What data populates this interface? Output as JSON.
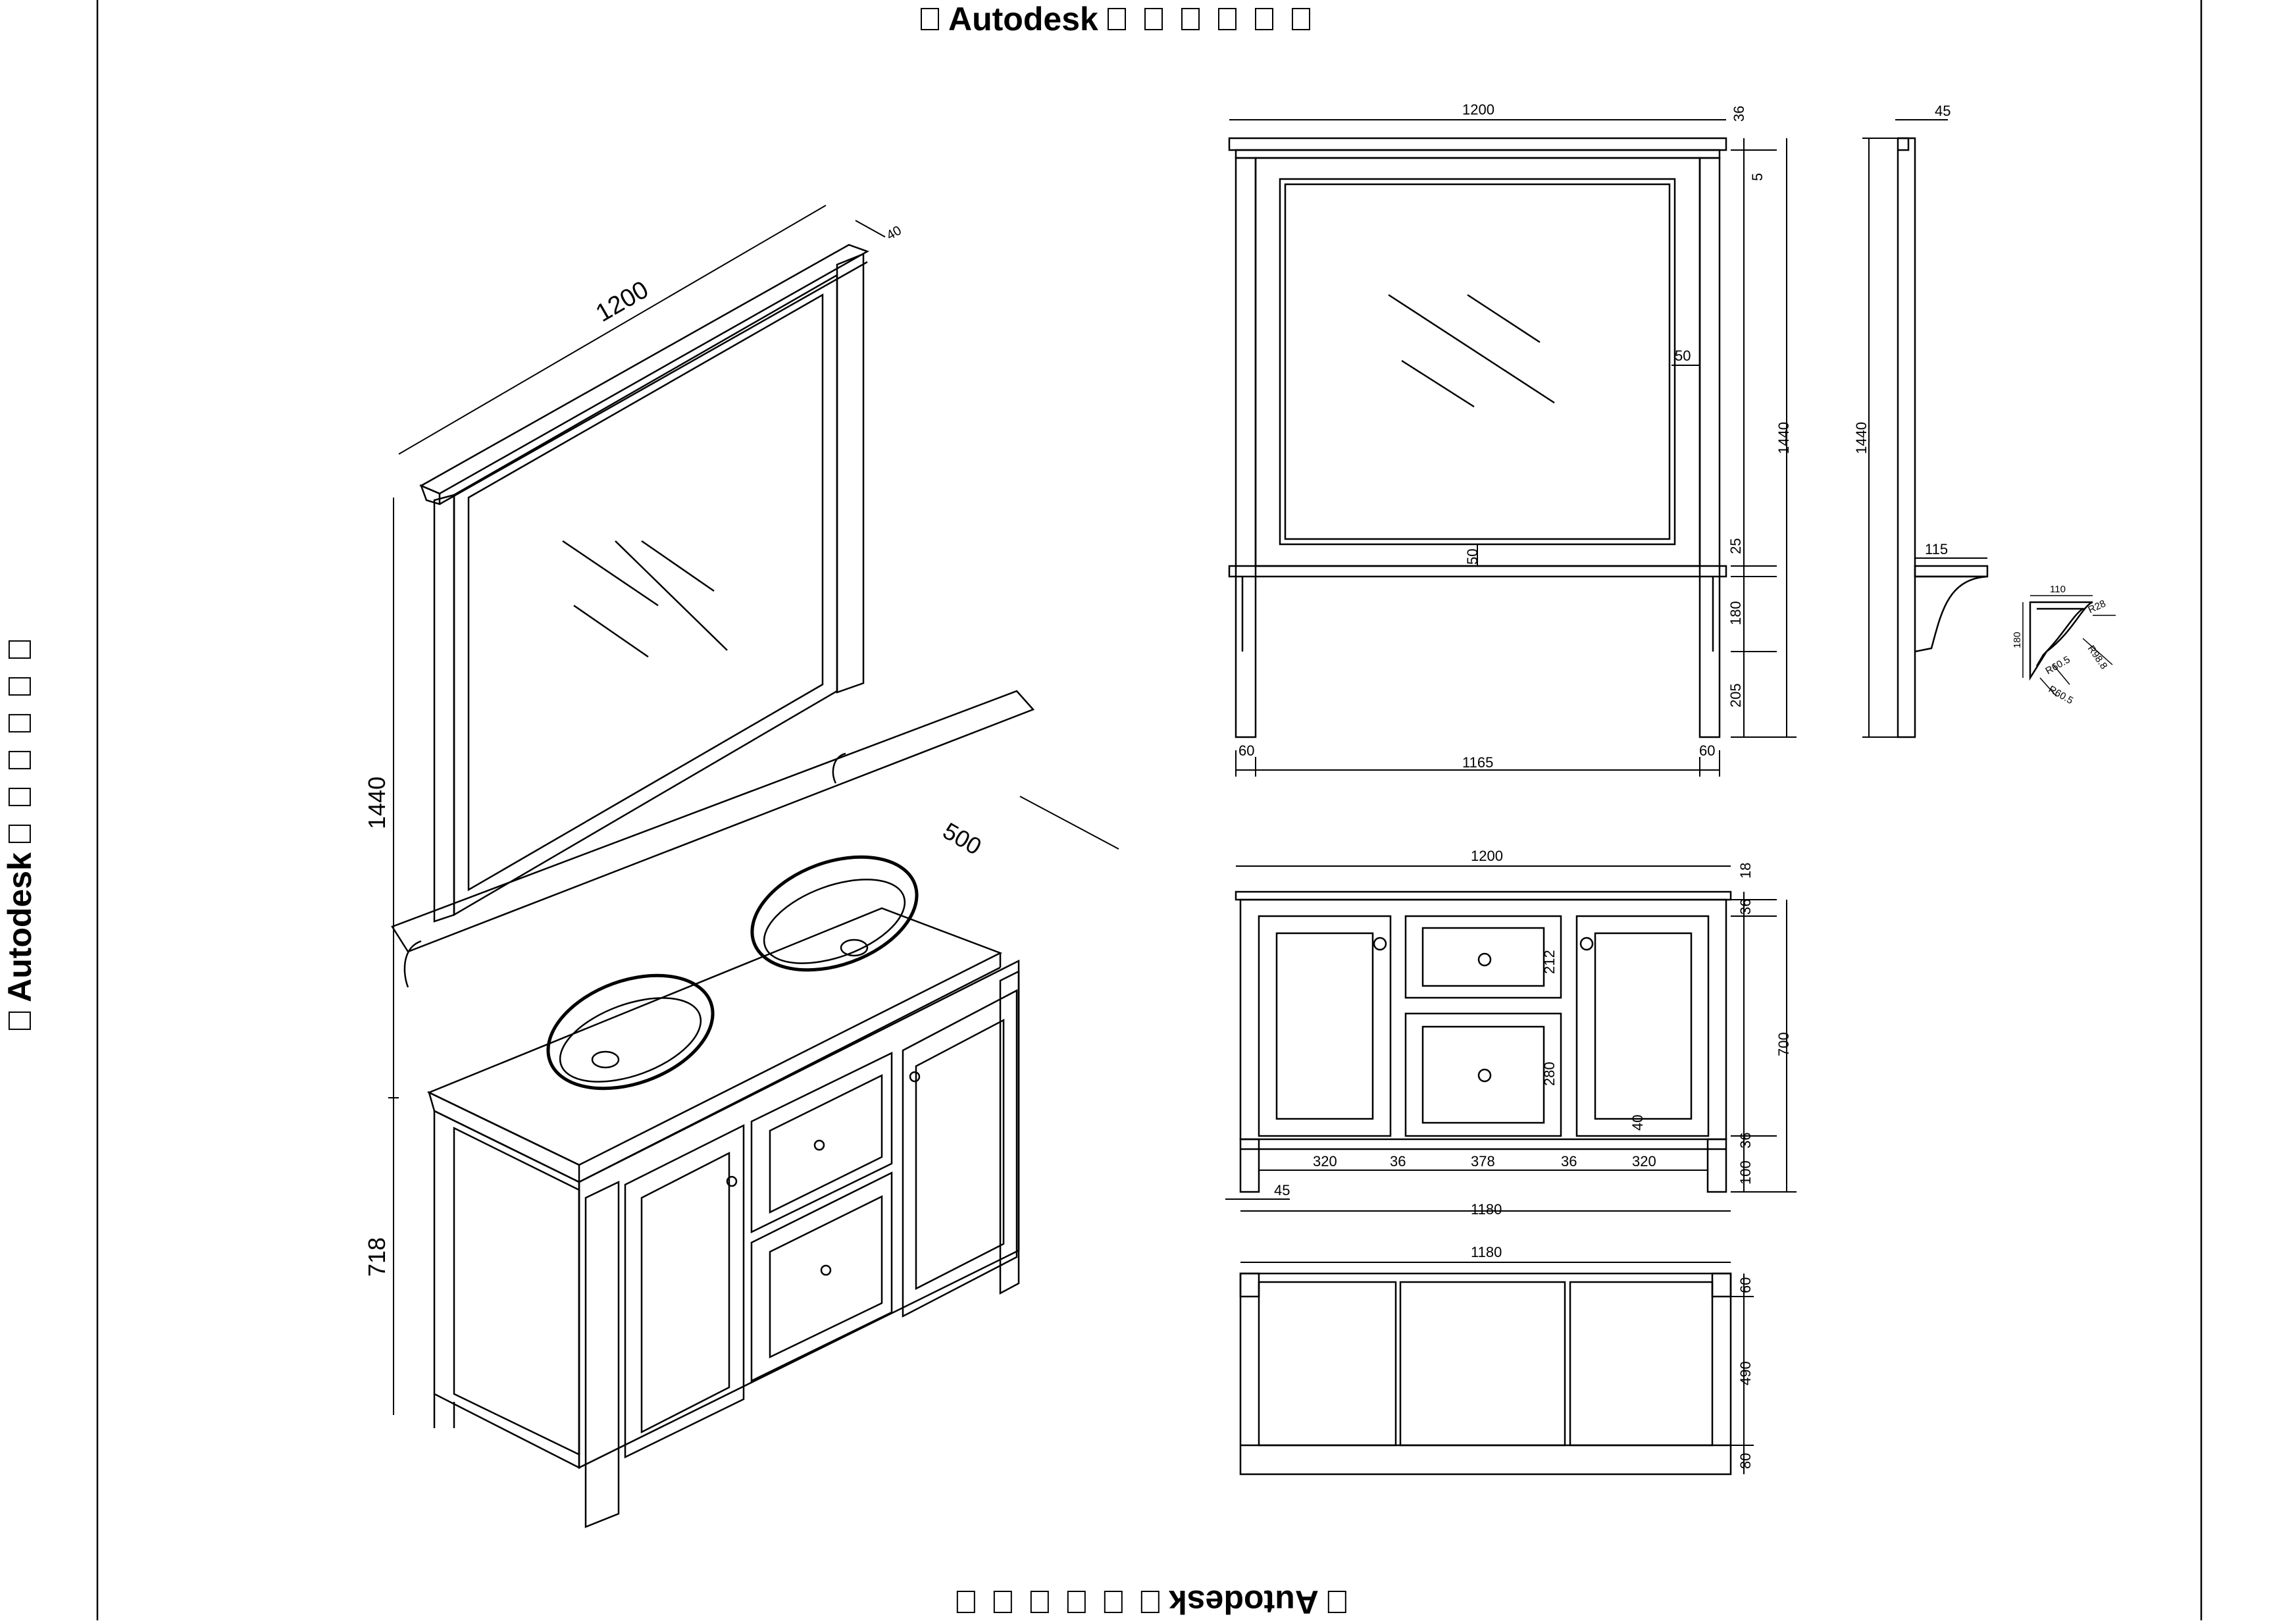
{
  "watermark": {
    "word": "Autodesk"
  },
  "iso_view": {
    "dim_width": "1200",
    "dim_cornice": "40",
    "dim_depth": "500",
    "dim_mirror_height": "1440",
    "dim_cabinet_height": "718"
  },
  "mirror_front": {
    "dim_top": "1200",
    "dim_cornice": "36",
    "dim_gap": "5",
    "dim_height": "1440",
    "dim_frame_right": "50",
    "dim_frame_bottom": "50",
    "dim_shelf": "25",
    "dim_leg_upper": "180",
    "dim_leg_lower": "205",
    "dim_left": "60",
    "dim_inner": "1165",
    "dim_right": "60"
  },
  "mirror_side": {
    "dim_top": "45",
    "dim_height": "1440",
    "dim_shelf": "115"
  },
  "bracket_detail": {
    "dim_top": "110",
    "dim_r1": "R28",
    "dim_r2": "R98.8",
    "dim_r3": "R60.5",
    "dim_r4": "R60.5",
    "dim_height": "180"
  },
  "cabinet_front": {
    "dim_top": "1200",
    "dim_top_thick": "18",
    "dim_rail": "36",
    "dim_drawer1": "212",
    "dim_drawer2": "280",
    "dim_height": "700",
    "dim_door_gap": "40",
    "dim_rail2": "36",
    "dim_base": "100",
    "bottom_dims": [
      "320",
      "36",
      "378",
      "36",
      "320"
    ],
    "dim_left_offset": "45",
    "dim_overall": "1180"
  },
  "cabinet_plan": {
    "dim_top": "1180",
    "dim_rail": "60",
    "dim_depth": "490",
    "dim_base": "80"
  }
}
